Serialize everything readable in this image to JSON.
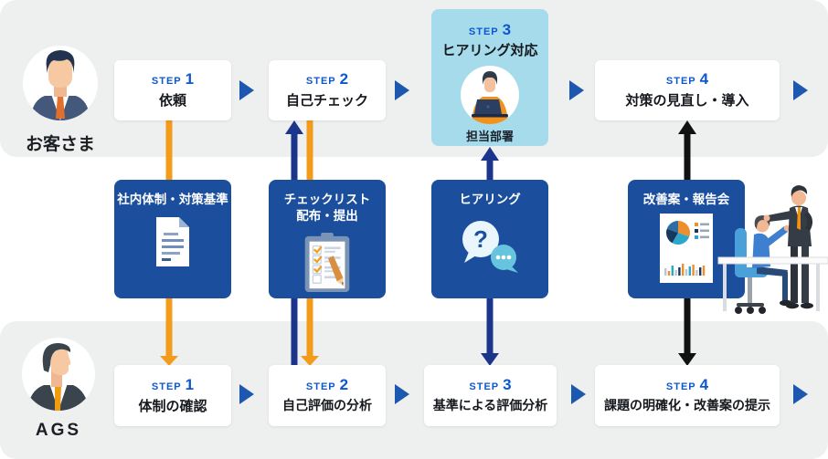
{
  "labels": {
    "step_word": "STEP"
  },
  "colors": {
    "lane_background": "#eeefef",
    "process_box_blue": "#1b4f9e",
    "highlight_box_blue": "#a5dbeb",
    "step_label_blue": "#0d57cf",
    "flow_triangle_blue": "#1c57b0",
    "orange_arrow": "#f39b1b",
    "navy_arrow": "#1c358c",
    "black_arrow": "#111111"
  },
  "customer_lane": {
    "label": "お客さま",
    "steps": [
      {
        "num": "1",
        "title": "依頼"
      },
      {
        "num": "2",
        "title": "自己チェック"
      },
      {
        "num": "3",
        "title": "ヒアリング対応",
        "subtitle": "担当部署"
      },
      {
        "num": "4",
        "title": "対策の見直し・導入"
      }
    ]
  },
  "process_boxes": [
    {
      "title": "社内体制・対策基準",
      "icon": "document-icon"
    },
    {
      "title_line1": "チェックリスト",
      "title_line2": "配布・提出",
      "icon": "checklist-icon"
    },
    {
      "title": "ヒアリング",
      "icon": "question-chat-icon"
    },
    {
      "title": "改善案・報告会",
      "icon": "report-chart-icon"
    }
  ],
  "ags_lane": {
    "label": "AGS",
    "steps": [
      {
        "num": "1",
        "title": "体制の確認"
      },
      {
        "num": "2",
        "title": "自己評価の分析"
      },
      {
        "num": "3",
        "title": "基準による評価分析"
      },
      {
        "num": "4",
        "title": "課題の明確化・改善案の提示"
      }
    ]
  }
}
